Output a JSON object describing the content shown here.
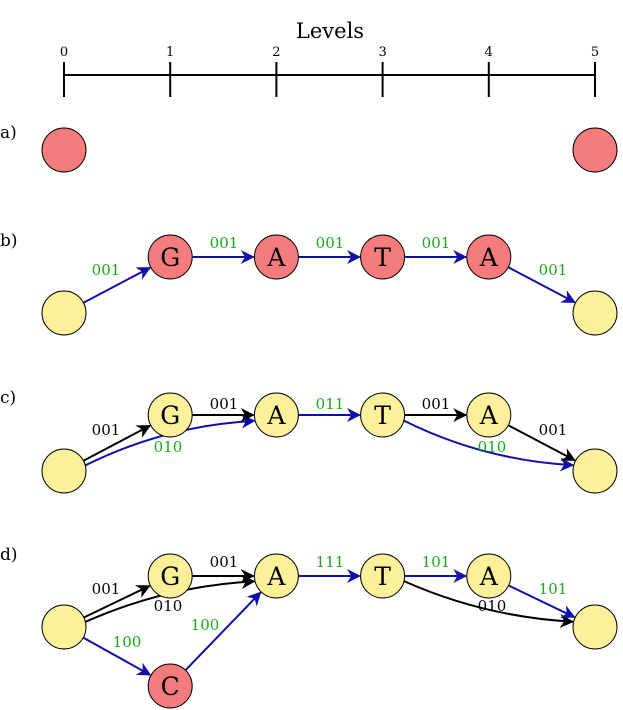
{
  "axis": {
    "title": "Levels",
    "ticks": [
      "0",
      "1",
      "2",
      "3",
      "4",
      "5"
    ]
  },
  "colors": {
    "red_node": "#f47c7c",
    "yellow_node": "#fdf09a",
    "blue_edge": "#1010a8",
    "black_edge": "#000000",
    "green_label": "#18a818"
  },
  "panels": [
    {
      "label": "a)",
      "nodes": [
        {
          "id": "src",
          "letter": "",
          "level": 0,
          "row": "low",
          "fill": "red"
        },
        {
          "id": "snk",
          "letter": "",
          "level": 5,
          "row": "low",
          "fill": "red"
        }
      ],
      "edges": []
    },
    {
      "label": "b)",
      "nodes": [
        {
          "id": "src",
          "letter": "",
          "level": 0,
          "row": "low",
          "fill": "yellow"
        },
        {
          "id": "g",
          "letter": "G",
          "level": 1,
          "row": "high",
          "fill": "red"
        },
        {
          "id": "a1",
          "letter": "A",
          "level": 2,
          "row": "high",
          "fill": "red"
        },
        {
          "id": "t",
          "letter": "T",
          "level": 3,
          "row": "high",
          "fill": "red"
        },
        {
          "id": "a2",
          "letter": "A",
          "level": 4,
          "row": "high",
          "fill": "red"
        },
        {
          "id": "snk",
          "letter": "",
          "level": 5,
          "row": "low",
          "fill": "yellow"
        }
      ],
      "edges": [
        {
          "from": "src",
          "to": "g",
          "color": "blue",
          "label": "001",
          "labelColor": "green"
        },
        {
          "from": "g",
          "to": "a1",
          "color": "blue",
          "label": "001",
          "labelColor": "green"
        },
        {
          "from": "a1",
          "to": "t",
          "color": "blue",
          "label": "001",
          "labelColor": "green"
        },
        {
          "from": "t",
          "to": "a2",
          "color": "blue",
          "label": "001",
          "labelColor": "green"
        },
        {
          "from": "a2",
          "to": "snk",
          "color": "blue",
          "label": "001",
          "labelColor": "green"
        }
      ]
    },
    {
      "label": "c)",
      "nodes": [
        {
          "id": "src",
          "letter": "",
          "level": 0,
          "row": "low",
          "fill": "yellow"
        },
        {
          "id": "g",
          "letter": "G",
          "level": 1,
          "row": "high",
          "fill": "yellow"
        },
        {
          "id": "a1",
          "letter": "A",
          "level": 2,
          "row": "high",
          "fill": "yellow"
        },
        {
          "id": "t",
          "letter": "T",
          "level": 3,
          "row": "high",
          "fill": "yellow"
        },
        {
          "id": "a2",
          "letter": "A",
          "level": 4,
          "row": "high",
          "fill": "yellow"
        },
        {
          "id": "snk",
          "letter": "",
          "level": 5,
          "row": "low",
          "fill": "yellow"
        }
      ],
      "edges": [
        {
          "from": "src",
          "to": "g",
          "color": "black",
          "label": "001",
          "labelColor": "black"
        },
        {
          "from": "src",
          "to": "a1",
          "color": "blue",
          "label": "010",
          "labelColor": "green"
        },
        {
          "from": "g",
          "to": "a1",
          "color": "black",
          "label": "001",
          "labelColor": "black"
        },
        {
          "from": "a1",
          "to": "t",
          "color": "blue",
          "label": "011",
          "labelColor": "green"
        },
        {
          "from": "t",
          "to": "a2",
          "color": "black",
          "label": "001",
          "labelColor": "black"
        },
        {
          "from": "t",
          "to": "snk",
          "color": "blue",
          "label": "010",
          "labelColor": "green"
        },
        {
          "from": "a2",
          "to": "snk",
          "color": "black",
          "label": "001",
          "labelColor": "black"
        }
      ]
    },
    {
      "label": "d)",
      "nodes": [
        {
          "id": "src",
          "letter": "",
          "level": 0,
          "row": "low",
          "fill": "yellow"
        },
        {
          "id": "g",
          "letter": "G",
          "level": 1,
          "row": "high",
          "fill": "yellow"
        },
        {
          "id": "c",
          "letter": "C",
          "level": 1,
          "row": "bottom",
          "fill": "red"
        },
        {
          "id": "a1",
          "letter": "A",
          "level": 2,
          "row": "high",
          "fill": "yellow"
        },
        {
          "id": "t",
          "letter": "T",
          "level": 3,
          "row": "high",
          "fill": "yellow"
        },
        {
          "id": "a2",
          "letter": "A",
          "level": 4,
          "row": "high",
          "fill": "yellow"
        },
        {
          "id": "snk",
          "letter": "",
          "level": 5,
          "row": "low",
          "fill": "yellow"
        }
      ],
      "edges": [
        {
          "from": "src",
          "to": "g",
          "color": "black",
          "label": "001",
          "labelColor": "black"
        },
        {
          "from": "src",
          "to": "a1",
          "color": "black",
          "label": "010",
          "labelColor": "black"
        },
        {
          "from": "src",
          "to": "c",
          "color": "blue",
          "label": "100",
          "labelColor": "green"
        },
        {
          "from": "c",
          "to": "a1",
          "color": "blue",
          "label": "100",
          "labelColor": "green"
        },
        {
          "from": "g",
          "to": "a1",
          "color": "black",
          "label": "001",
          "labelColor": "black"
        },
        {
          "from": "a1",
          "to": "t",
          "color": "blue",
          "label": "111",
          "labelColor": "green"
        },
        {
          "from": "t",
          "to": "a2",
          "color": "blue",
          "label": "101",
          "labelColor": "green"
        },
        {
          "from": "t",
          "to": "snk",
          "color": "black",
          "label": "010",
          "labelColor": "black"
        },
        {
          "from": "a2",
          "to": "snk",
          "color": "blue",
          "label": "101",
          "labelColor": "green"
        }
      ]
    }
  ]
}
